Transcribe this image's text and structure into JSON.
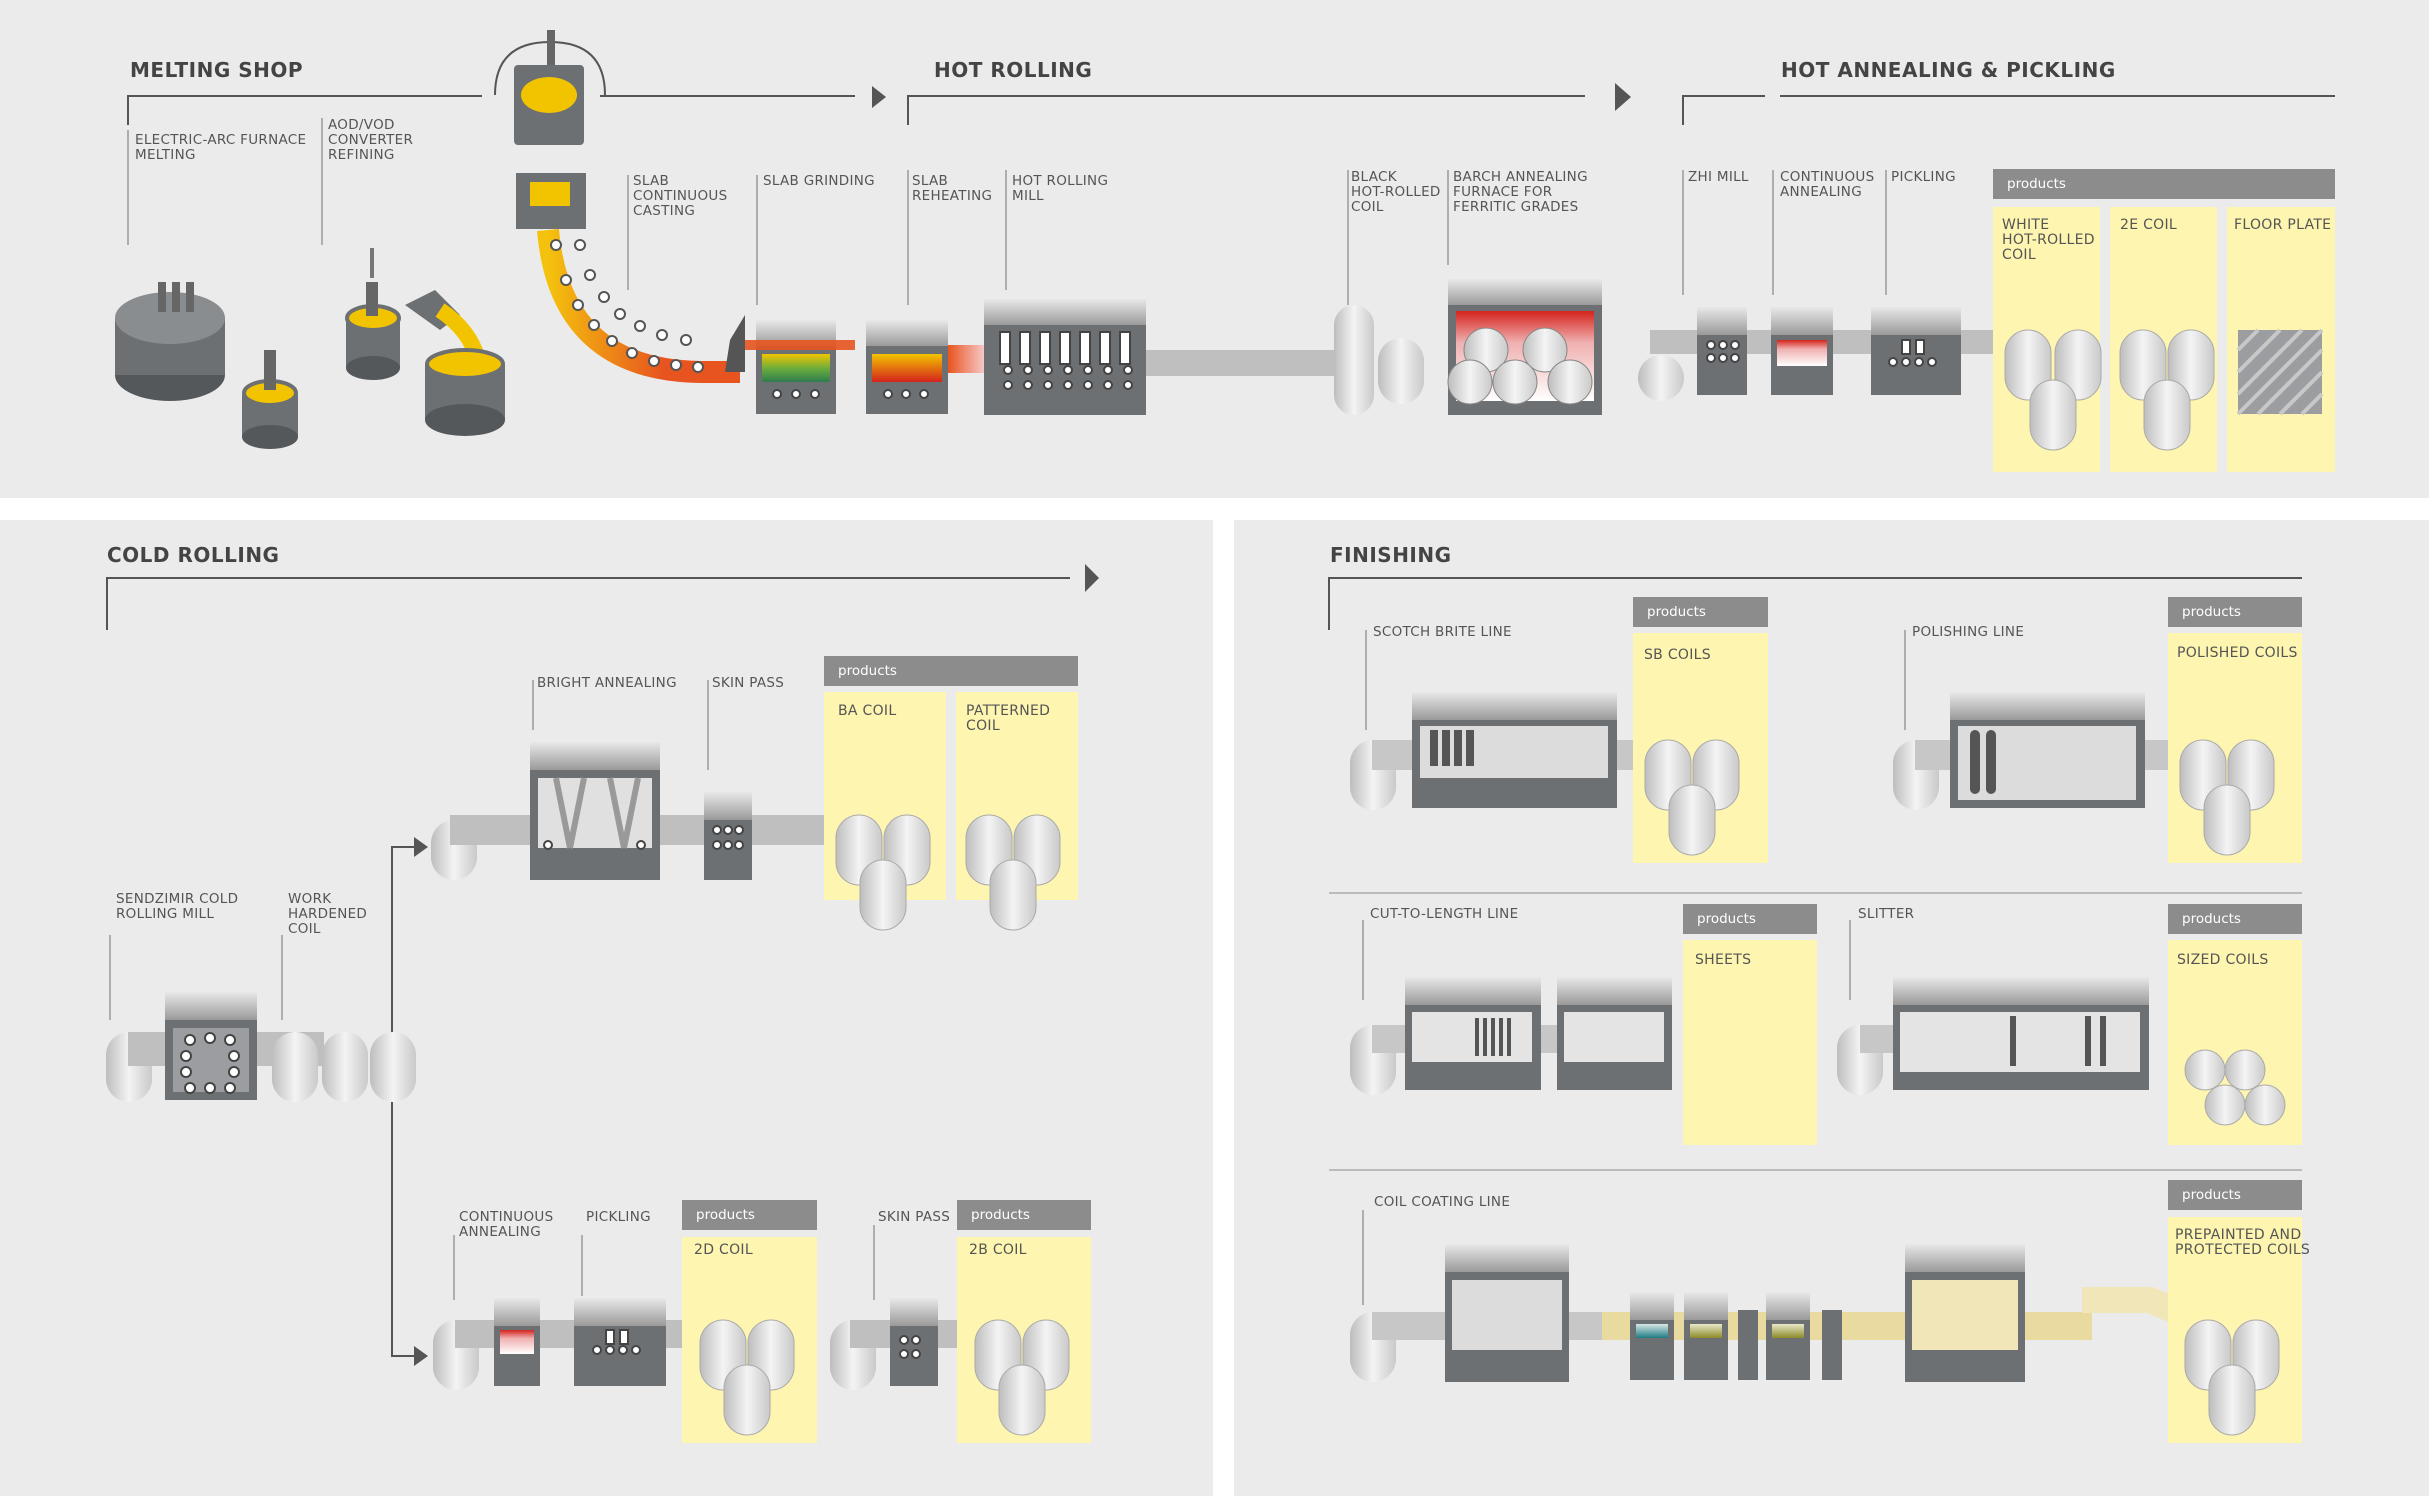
{
  "sections": {
    "melting_shop": "MELTING SHOP",
    "hot_rolling": "HOT ROLLING",
    "hot_annealing": "HOT ANNEALING & PICKLING",
    "cold_rolling": "COLD ROLLING",
    "finishing": "FINISHING"
  },
  "labels": {
    "eaf": "ELECTRIC-ARC FURNACE\nMELTING",
    "aod": "AOD/VOD\nCONVERTER\nREFINING",
    "slab_casting": "SLAB\nCONTINUOUS\nCASTING",
    "slab_grinding": "SLAB GRINDING",
    "slab_reheating": "SLAB\nREHEATING",
    "hot_rolling_mill": "HOT ROLLING\nMILL",
    "black_coil": "BLACK\nHOT-ROLLED\nCOIL",
    "barch_annealing": "BARCH ANNEALING\nFURNACE FOR\nFERRITIC GRADES",
    "zhi_mill": "ZHI MILL",
    "continuous_annealing_hot": "CONTINUOUS\nANNEALING",
    "pickling_hot": "PICKLING",
    "sendzimir": "SENDZIMIR COLD\nROLLING MILL",
    "work_hardened": "WORK\nHARDENED\nCOIL",
    "bright_annealing": "BRIGHT ANNEALING",
    "skin_pass_top": "SKIN PASS",
    "continuous_annealing_cold": "CONTINUOUS\nANNEALING",
    "pickling_cold": "PICKLING",
    "skin_pass_bottom": "SKIN PASS",
    "scotch_brite": "SCOTCH BRITE LINE",
    "polishing": "POLISHING LINE",
    "cut_to_length": "CUT-TO-LENGTH LINE",
    "slitter": "SLITTER",
    "coil_coating": "COIL COATING LINE"
  },
  "products_header": "products",
  "products": {
    "white_coil": "WHITE\nHOT-ROLLED\nCOIL",
    "e2_coil": "2E COIL",
    "floor_plate": "FLOOR PLATE",
    "ba_coil": "BA COIL",
    "patterned_coil": "PATTERNED\nCOIL",
    "d2_coil": "2D COIL",
    "b2_coil": "2B COIL",
    "sb_coils": "SB COILS",
    "polished_coils": "POLISHED COILS",
    "sheets": "SHEETS",
    "sized_coils": "SIZED COILS",
    "prepainted": "PREPAINTED AND\nPROTECTED COILS"
  },
  "colors": {
    "background": "#ebebeb",
    "machine": "#6d7073",
    "product_fill": "#fdf5b0",
    "product_header": "#8c8c8c",
    "molten_steel": "#f2c400",
    "hot_slab": "#e8541f"
  },
  "icons": [
    "furnace-icon",
    "ladle-icon",
    "converter-icon",
    "caster-icon",
    "coil-icon",
    "mill-icon",
    "furnace-box-icon",
    "floor-plate-icon",
    "sheet-stack-icon",
    "flow-arrow-icon"
  ]
}
